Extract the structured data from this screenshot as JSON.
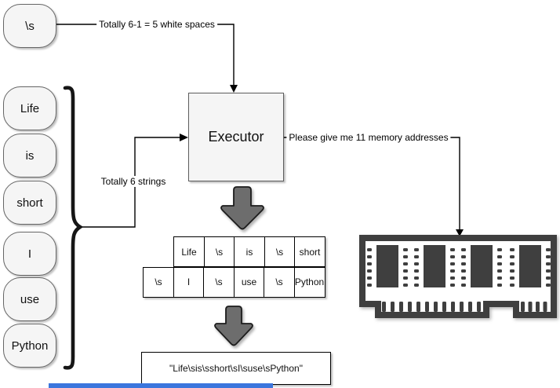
{
  "nodes": {
    "space_token": {
      "label": "\\s"
    },
    "strings": [
      {
        "label": "Life"
      },
      {
        "label": "is"
      },
      {
        "label": "short"
      },
      {
        "label": "I"
      },
      {
        "label": "use"
      },
      {
        "label": "Python"
      }
    ],
    "executor": {
      "label": "Executor"
    },
    "result": {
      "label": "\"Life\\sis\\sshort\\sI\\suse\\sPython\""
    }
  },
  "edges": {
    "spaces_label": "Totally 6-1 = 5 white spaces",
    "strings_label": "Totally 6 strings",
    "memory_label": "Please give me 11 memory addresses"
  },
  "table": {
    "row1": [
      "Life",
      "\\s",
      "is",
      "\\s",
      "short"
    ],
    "row2": [
      "\\s",
      "I",
      "\\s",
      "use",
      "\\s",
      "Python"
    ]
  },
  "icons": {
    "memory_module": "ram-icon",
    "flow_arrows": "fat-down-arrow-icon",
    "group_brace": "curly-brace-icon"
  },
  "colors": {
    "node-fill": "#f5f5f5",
    "node-border": "#666666",
    "arrow-fill": "#6d6d6d",
    "ram-dark": "#3f3f3f",
    "line": "#000000",
    "text": "#111111",
    "scrollbar-blue": "#3b76dd"
  }
}
